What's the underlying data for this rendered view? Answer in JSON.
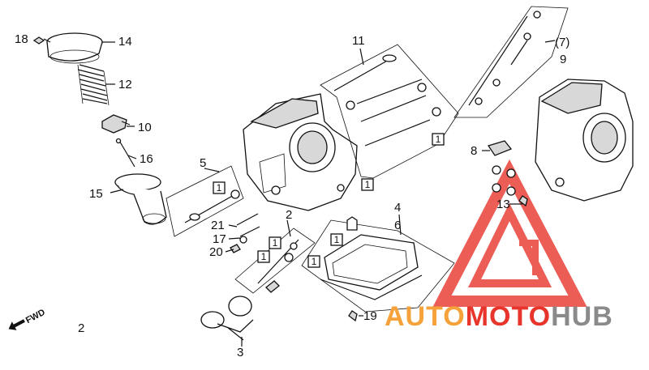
{
  "callouts": {
    "c18": "18",
    "c14": "14",
    "c12": "12",
    "c10": "10",
    "c16": "16",
    "c15": "15",
    "c5": "5",
    "c11": "11",
    "c7": "(7)",
    "c9": "9",
    "c8": "8",
    "c13": "13",
    "c4": "4",
    "c6": "6",
    "c2a": "2",
    "c21": "21",
    "c17": "17",
    "c20": "20",
    "c19": "19",
    "c3": "3",
    "c2b": "2"
  },
  "boxed_labels": {
    "b1": "1",
    "b2": "1",
    "b3": "1",
    "b4": "1",
    "b5": "1",
    "b6": "1",
    "b7": "1"
  },
  "fwd_label": "FWD",
  "watermark": {
    "part1": "AUTO",
    "part2": "MOTO",
    "part3": "HUB",
    "color_red": "#e8352c",
    "color_orange": "#f6a23a",
    "color_grey": "#8a8a8a"
  }
}
